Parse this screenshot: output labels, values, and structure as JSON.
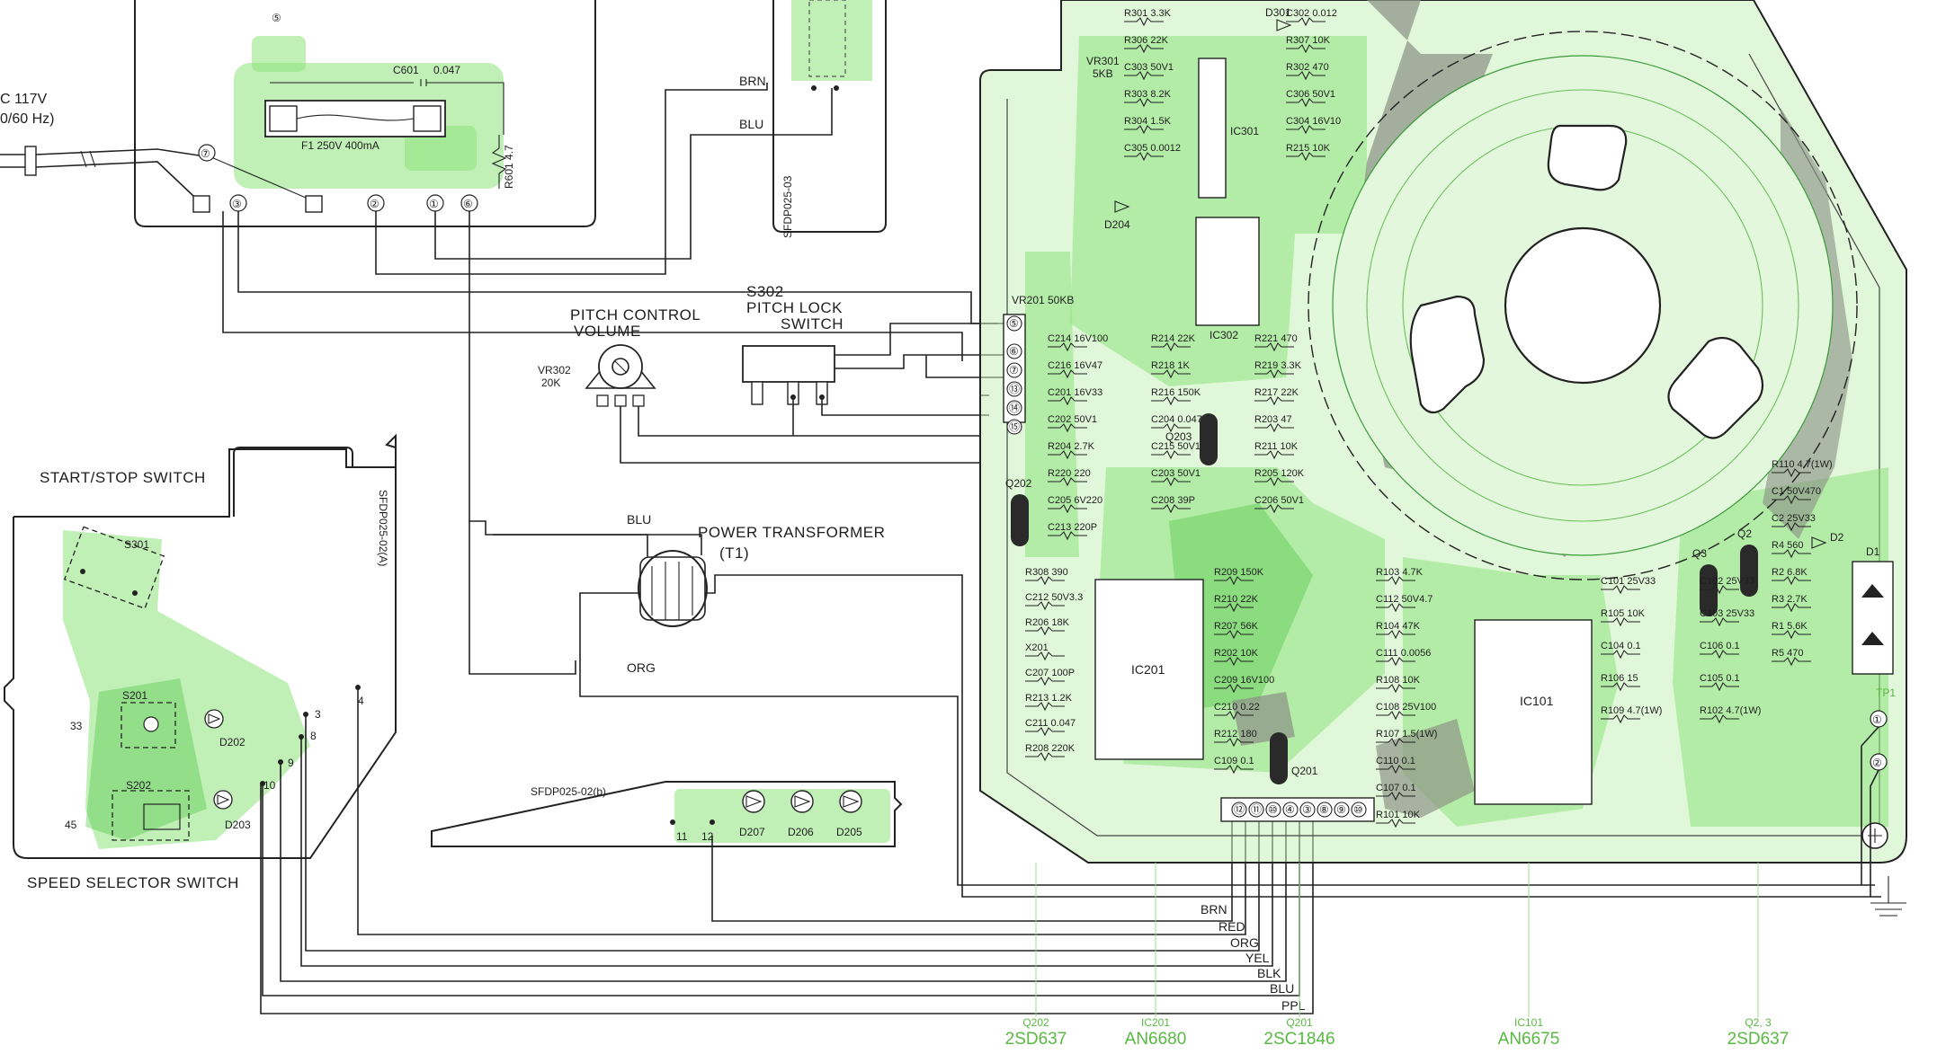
{
  "power": {
    "ac_line1": "C 117V",
    "ac_line2": "0/60 Hz)",
    "c601": "C601",
    "c601_val": "0.047",
    "fuse": "F1 250V 400mA",
    "r601": "R601 4.7",
    "board_code": "SFDP025-03",
    "pins": [
      "⑤",
      "⑦",
      "③",
      "②",
      "①",
      "⑥"
    ]
  },
  "wires_top": {
    "brn": "BRN",
    "blu": "BLU"
  },
  "pitch": {
    "title1": "PITCH CONTROL",
    "title2": "VOLUME",
    "vr302": "VR302",
    "vr302_val": "20K"
  },
  "pitch_lock": {
    "ref": "S302",
    "line1": "PITCH LOCK",
    "line2": "SWITCH"
  },
  "start_stop": {
    "title": "START/STOP SWITCH",
    "s301": "S301",
    "board_code": "SFDP025-02(A)"
  },
  "speed": {
    "title": "SPEED SELECTOR SWITCH",
    "s201": "S201",
    "s202": "S202",
    "d202": "D202",
    "d203": "D203",
    "n33": "33",
    "n45": "45",
    "pins": [
      "3",
      "4",
      "8",
      "9",
      "10"
    ]
  },
  "transformer": {
    "title": "POWER TRANSFORMER",
    "ref": "(T1)",
    "blu": "BLU",
    "org": "ORG"
  },
  "led_board": {
    "code": "SFDP025-02(b)",
    "pins": [
      "11",
      "12"
    ],
    "leds": [
      "D207",
      "D206",
      "D205"
    ]
  },
  "harness": {
    "colors": [
      "BRN",
      "RED",
      "ORG",
      "YEL",
      "BLK",
      "BLU",
      "PPL"
    ]
  },
  "main_pcb": {
    "ic201": "IC201",
    "ic101": "IC101",
    "ic302": "IC302",
    "ic301": "IC301",
    "q201": "Q201",
    "q202": "Q202",
    "q203": "Q203",
    "q2": "Q2",
    "q3": "Q3",
    "d1": "D1",
    "d2": "D2",
    "d204": "D204",
    "d301": "D301",
    "vr201": "VR201",
    "vr201_val": "50KB",
    "vr301": "VR301",
    "vr301_val": "5KB",
    "tp1": "TP1",
    "parts": [
      "R301 3.3K",
      "C302 0.012",
      "R306 22K",
      "R307 10K",
      "C303 50V1",
      "R302 470",
      "R303 8.2K",
      "C306 50V1",
      "R304 1.5K",
      "C304 16V10",
      "C305 0.0012",
      "R215 10K",
      "C214 16V100",
      "R214 22K",
      "R221 470",
      "C216 16V47",
      "R218 1K",
      "R219 3.3K",
      "C201 16V33",
      "R216 150K",
      "R217 22K",
      "C202 50V1",
      "C204 0.047",
      "R203 47",
      "R204 2.7K",
      "C215 50V1",
      "R211 10K",
      "R220 220",
      "C203 50V1",
      "R205 120K",
      "C205 6V220",
      "C208 39P",
      "C206 50V1",
      "C213 220P",
      "R308 390",
      "C212 50V3.3",
      "R206 18K",
      "X201",
      "C207 100P",
      "R213 1.2K",
      "C211 0.047",
      "R208 220K",
      "R209 150K",
      "R210 22K",
      "R207 56K",
      "R202 10K",
      "C209 16V100",
      "C210 0.22",
      "R212 180",
      "C109 0.1",
      "R103 4.7K",
      "C112 50V4.7",
      "R104 47K",
      "C111 0.0056",
      "R108 10K",
      "C108 25V100",
      "R107 1.5(1W)",
      "C110 0.1",
      "C107 0.1",
      "R101 10K",
      "C101 25V33",
      "C102 25V33",
      "R105 10K",
      "C103 25V33",
      "C104 0.1",
      "C106 0.1",
      "R106 15",
      "C105 0.1",
      "R109 4.7(1W)",
      "R102 4.7(1W)",
      "R110 4.7(1W)",
      "C1 50V470",
      "C2 25V33",
      "R4 560",
      "R2 6.8K",
      "R3 2.7K",
      "R1 5.6K",
      "R5 470"
    ],
    "connector_bottom": [
      "⑫",
      "⑪",
      "⑩",
      "④",
      "③",
      "⑧",
      "⑨",
      "⑩"
    ],
    "connector_left": [
      "⑤",
      "⑥",
      "⑦",
      "⑬",
      "⑭",
      "⑮"
    ],
    "out_pins": [
      "①",
      "②"
    ]
  },
  "parts_legend": [
    {
      "ref": "Q202",
      "type": "2SD637"
    },
    {
      "ref": "IC201",
      "type": "AN6680"
    },
    {
      "ref": "Q201",
      "type": "2SC1846"
    },
    {
      "ref": "IC101",
      "type": "AN6675"
    },
    {
      "ref": "Q2, 3",
      "type": "2SD637"
    }
  ]
}
